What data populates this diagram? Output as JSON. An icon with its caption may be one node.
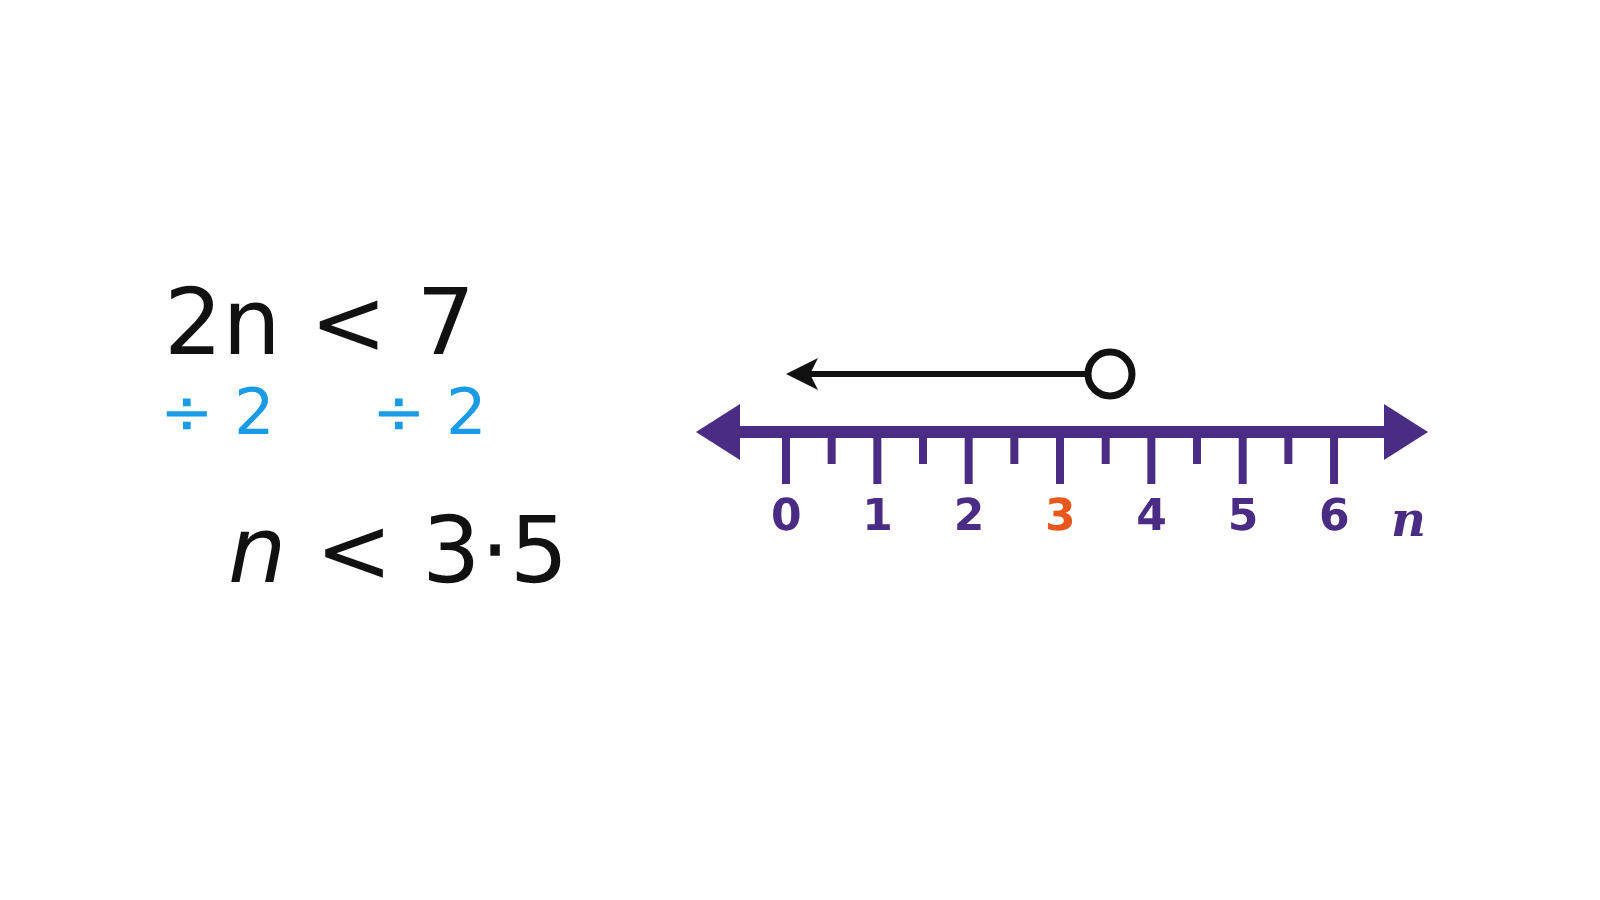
{
  "diagram": {
    "labels": [
      "2n < 7",
      "÷ 2",
      "÷ 2",
      "*n* < 3·5",
      "0",
      "1",
      "2",
      "3",
      "4",
      "5",
      "6",
      "n"
    ]
  }
}
